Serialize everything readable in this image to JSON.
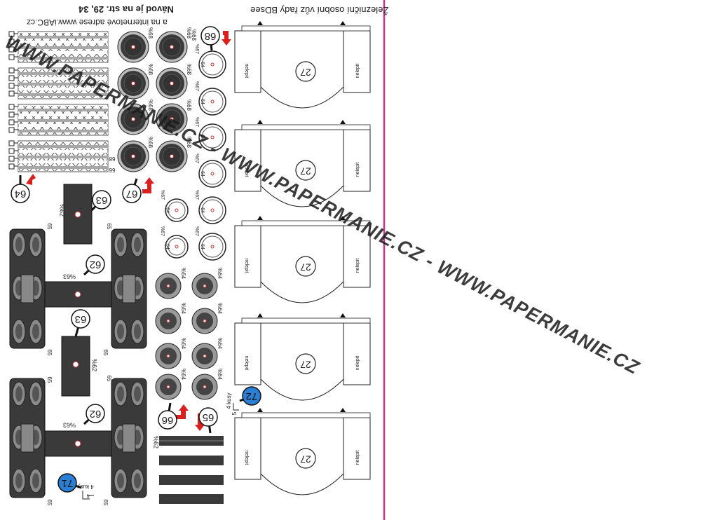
{
  "header": {
    "title": "Železniční osobní vůz řady BDsee",
    "instruction_line1": "Návod je na str. 29, 34",
    "instruction_line2": "a na internetové adrese www.iABC.cz"
  },
  "labels": {
    "do_not_glue": "nelepit",
    "four_pieces": "4 kusy",
    "pct62": "%62",
    "pct63": "%63",
    "pct64": "%64",
    "pct67": "%67",
    "pct68": "%68",
    "n64": "64",
    "n65": "65",
    "n66": "66",
    "n68": "68",
    "n4": "4",
    "n5": "5"
  },
  "part_numbers": {
    "p27": "27",
    "p62": "62",
    "p63": "63",
    "p64": "64",
    "p65": "65",
    "p66": "66",
    "p67": "67",
    "p68": "68",
    "p71": "71",
    "p72": "72"
  },
  "watermark": "- WWW.PAPERMANIE.CZ - WWW.PAPERMANIE.CZ - WWW.PAPERMANIE.CZ",
  "colors": {
    "dark_part": "#3a3a3a",
    "medium_gray": "#9a9a9a",
    "light_gray": "#bdbdbd",
    "arrow_red": "#d9201f",
    "badge_blue": "#2a7fd4",
    "fold_line_magenta": "#d0318a"
  }
}
